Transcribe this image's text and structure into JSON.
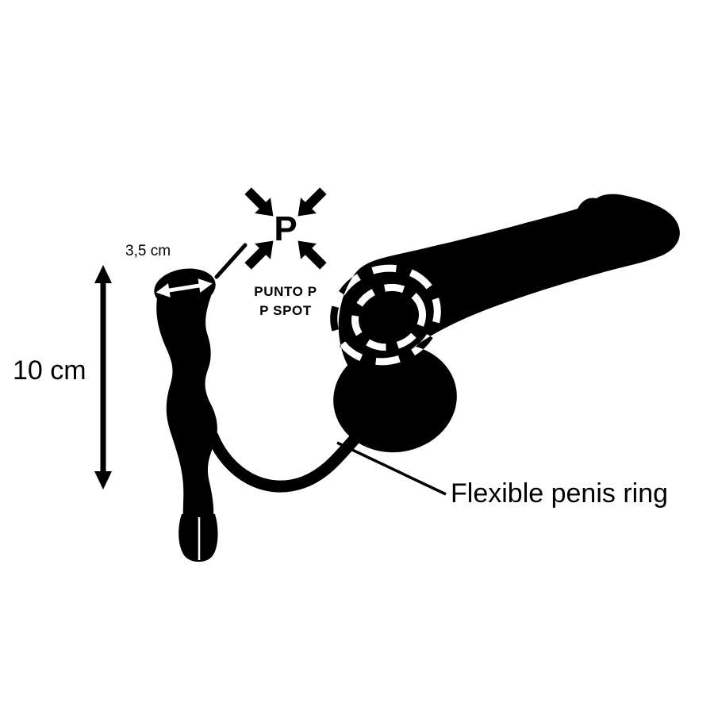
{
  "page": {
    "background": "#ffffff"
  },
  "diagram": {
    "ink_color": "#000000",
    "paper_color": "#ffffff",
    "length_label": "10 cm",
    "tip_width_label": "3,5 cm",
    "p_icon_letter": "P",
    "punto_p_label": "PUNTO P",
    "p_spot_label": "P SPOT",
    "ring_label": "Flexible penis ring"
  }
}
